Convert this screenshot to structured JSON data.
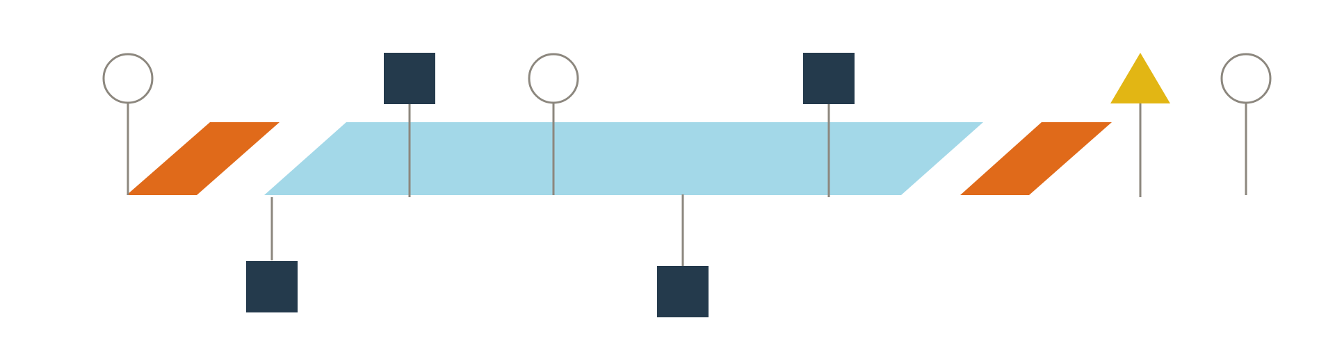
{
  "diagram": {
    "type": "timeline",
    "background": "#FFFFFF",
    "colors": {
      "light_blue_band": "#A3D8E8",
      "orange_band": "#E06A1A",
      "navy_marker": "#243A4C",
      "yellow_marker": "#E2B614",
      "connector_line": "#8C877E",
      "circle_outline": "#8C877E"
    },
    "bands": [
      {
        "name": "orange-band-left",
        "color": "orange_band",
        "shape": "parallelogram"
      },
      {
        "name": "main-light-blue-band",
        "color": "light_blue_band",
        "shape": "parallelogram"
      },
      {
        "name": "orange-band-right",
        "color": "orange_band",
        "shape": "parallelogram"
      }
    ],
    "markers": [
      {
        "name": "circle-marker-1",
        "shape": "circle",
        "style": "outline",
        "side": "above"
      },
      {
        "name": "square-marker-1",
        "shape": "square",
        "color": "navy_marker",
        "side": "below"
      },
      {
        "name": "square-marker-2",
        "shape": "square",
        "color": "navy_marker",
        "side": "above"
      },
      {
        "name": "circle-marker-2",
        "shape": "circle",
        "style": "outline",
        "side": "above"
      },
      {
        "name": "square-marker-3",
        "shape": "square",
        "color": "navy_marker",
        "side": "below"
      },
      {
        "name": "square-marker-4",
        "shape": "square",
        "color": "navy_marker",
        "side": "above"
      },
      {
        "name": "triangle-marker",
        "shape": "triangle",
        "color": "yellow_marker",
        "side": "above"
      },
      {
        "name": "circle-marker-3",
        "shape": "circle",
        "style": "outline",
        "side": "above"
      }
    ]
  }
}
